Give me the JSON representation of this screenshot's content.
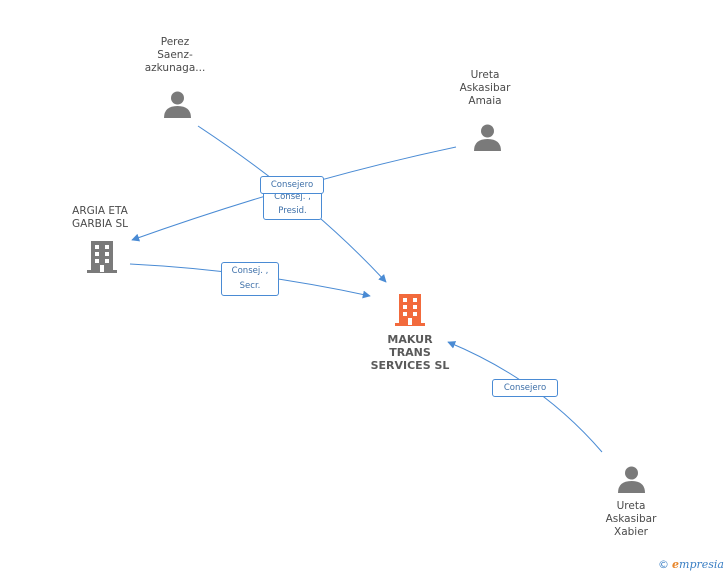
{
  "nodes": {
    "perez": {
      "label": "Perez\nSaenz-\nazkunaga...",
      "type": "person",
      "color": "#7a7a7a"
    },
    "ureta_amaia": {
      "label": "Ureta\nAskasibar\nAmaia",
      "type": "person",
      "color": "#7a7a7a"
    },
    "argia": {
      "label": "ARGIA ETA\nGARBIA SL",
      "type": "company",
      "color": "#7a7a7a"
    },
    "makur": {
      "label": "MAKUR\nTRANS\nSERVICES SL",
      "type": "company",
      "color": "#f26a3c"
    },
    "ureta_xabier": {
      "label": "Ureta\nAskasibar\nXabier",
      "type": "person",
      "color": "#7a7a7a"
    }
  },
  "edges": {
    "amaia_argia": {
      "label": "Consejero"
    },
    "perez_makur": {
      "label": "Consej. ,\nPresid."
    },
    "argia_makur": {
      "label": "Consej. ,\nSecr."
    },
    "xabier_makur": {
      "label": "Consejero"
    }
  },
  "edge_color": "#4a8bd4",
  "footer": {
    "symbol": "©",
    "brand_initial": "e",
    "brand_rest": "mpresia"
  }
}
